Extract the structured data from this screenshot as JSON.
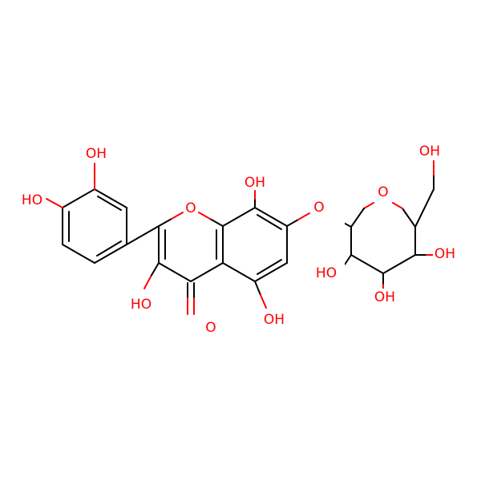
{
  "colors": {
    "bond": "#000000",
    "oxygen": "#ff0000"
  },
  "labels": {
    "oh_3p": "OH",
    "oh_4p": "HO",
    "oh_8": "OH",
    "o_glycosidic": "O",
    "o_ring_pyranone": "O",
    "o_ring_sugar": "O",
    "oh_ch2": "OH",
    "oh_3": "HO",
    "o_carbonyl": "O",
    "oh_5": "OH",
    "oh_sugar_2": "HO",
    "oh_sugar_3": "OH",
    "oh_sugar_4": "OH"
  }
}
